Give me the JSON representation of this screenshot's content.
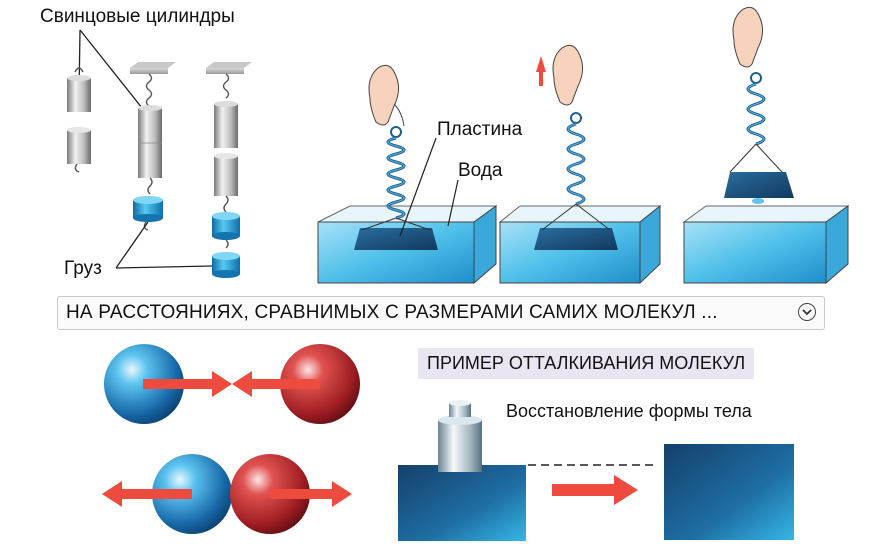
{
  "labels": {
    "lead_cylinders": "Свинцовые цилиндры",
    "weight": "Груз",
    "plate": "Пластина",
    "water": "Вода",
    "deformation": "Восстановление формы тела"
  },
  "banner": {
    "text": "НА РАССТОЯНИЯХ, СРАВНИМЫХ С РАЗМЕРАМИ САМИХ МОЛЕКУЛ ...",
    "toggle_icon": "chevron-down-circle-icon"
  },
  "example_tag": "ПРИМЕР ОТТАЛКИВАНИЯ МОЛЕКУЛ",
  "colors": {
    "blue_sphere": "#1f8fcf",
    "red_sphere": "#c62a2a",
    "arrow": "#ee4b3f",
    "water": "#39b4e6",
    "plate_dark": "#1c4f7a",
    "spring": "#1e5f94",
    "weight_blue": "#2aa3dc"
  }
}
